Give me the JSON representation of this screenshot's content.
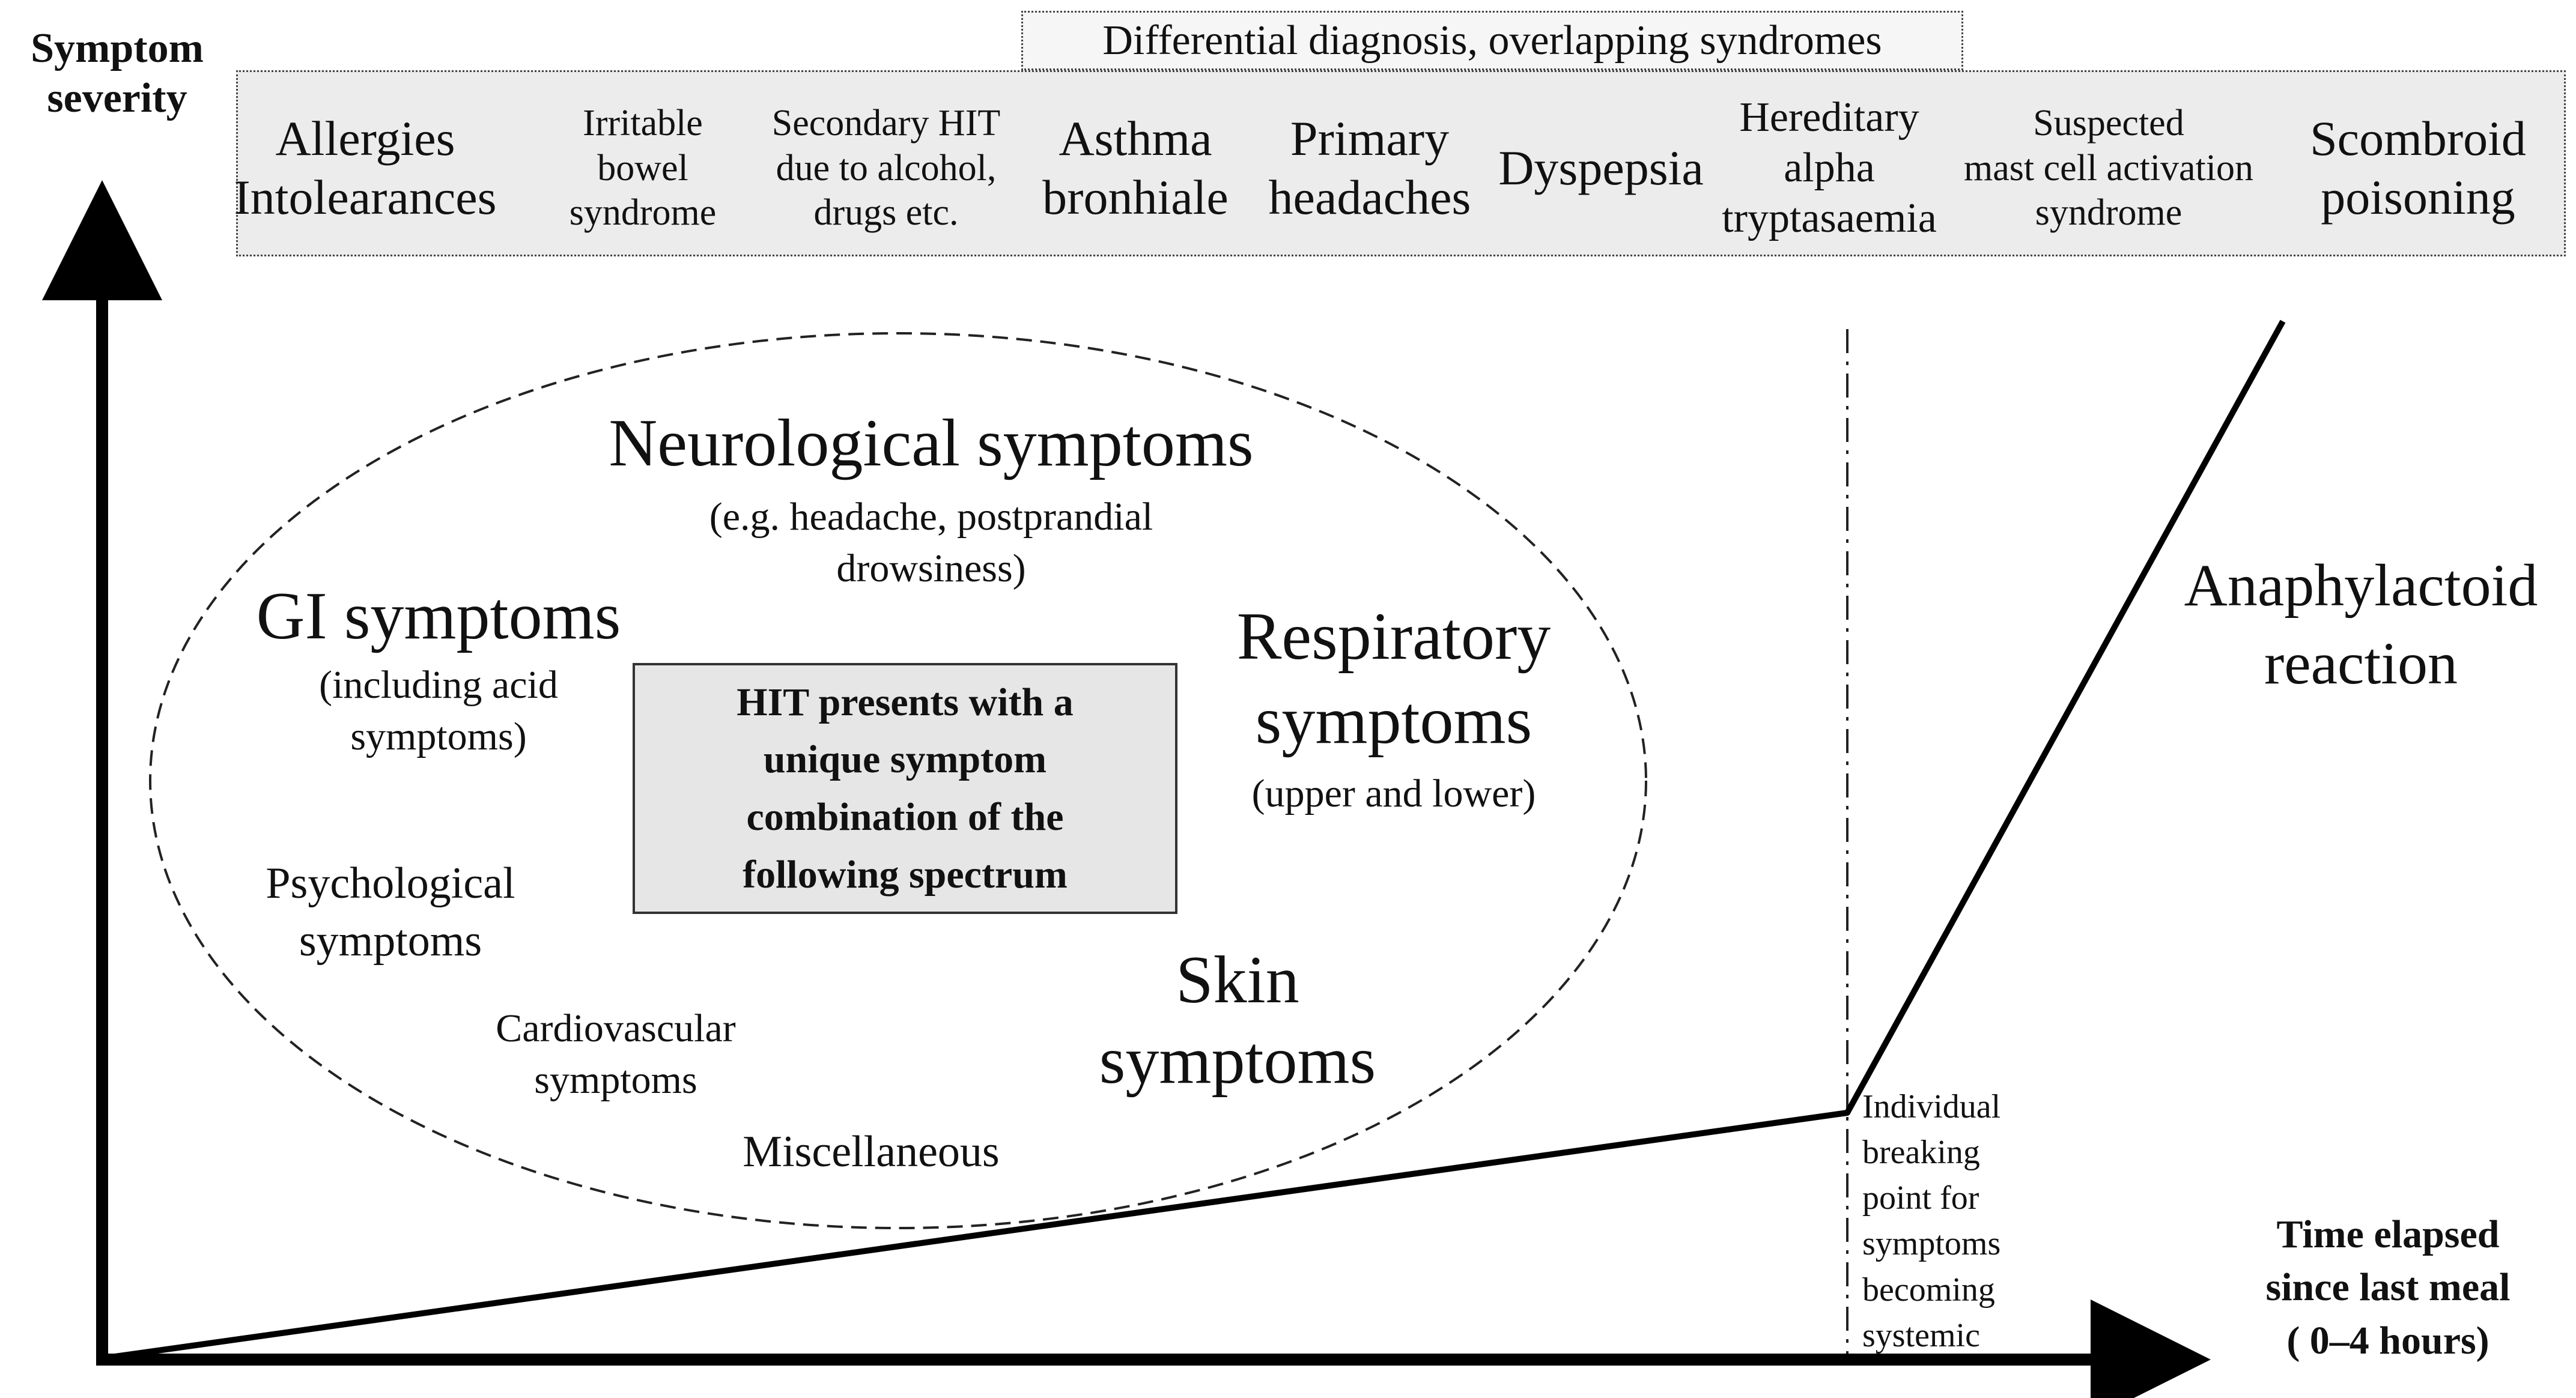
{
  "axes": {
    "y_label": "Symptom\nseverity",
    "x_label": "Time elapsed\nsince last meal\n( 0–4 hours)"
  },
  "differential": {
    "title": "Differential diagnosis, overlapping syndromes",
    "items": [
      "Allergies\nIntolearances",
      "Irritable\nbowel\nsyndrome",
      "Secondary HIT\ndue to alcohol,\ndrugs etc.",
      "Asthma\nbronhiale",
      "Primary\nheadaches",
      "Dyspepsia",
      "Hereditary\nalpha\ntryptasaemia",
      "Suspected\nmast cell activation\nsyndrome",
      "Scombroid\npoisoning"
    ]
  },
  "spectrum": {
    "center": "HIT presents with a\nunique symptom\ncombination of the\nfollowing spectrum",
    "neuro_title": "Neurological symptoms",
    "neuro_sub": "(e.g. headache, postprandial\ndrowsiness)",
    "gi_title": "GI symptoms",
    "gi_sub": "(including acid\nsymptoms)",
    "resp_title": "Respiratory\nsymptoms",
    "resp_sub": "(upper and lower)",
    "psych": "Psychological\nsymptoms",
    "cardio": "Cardiovascular\nsymptoms",
    "misc": "Miscellaneous",
    "skin": "Skin\nsymptoms"
  },
  "curve": {
    "breaking_point": "Individual\nbreaking\npoint for\nsymptoms\nbecoming\nsystemic",
    "reaction": "Anaphylactoid\nreaction"
  }
}
